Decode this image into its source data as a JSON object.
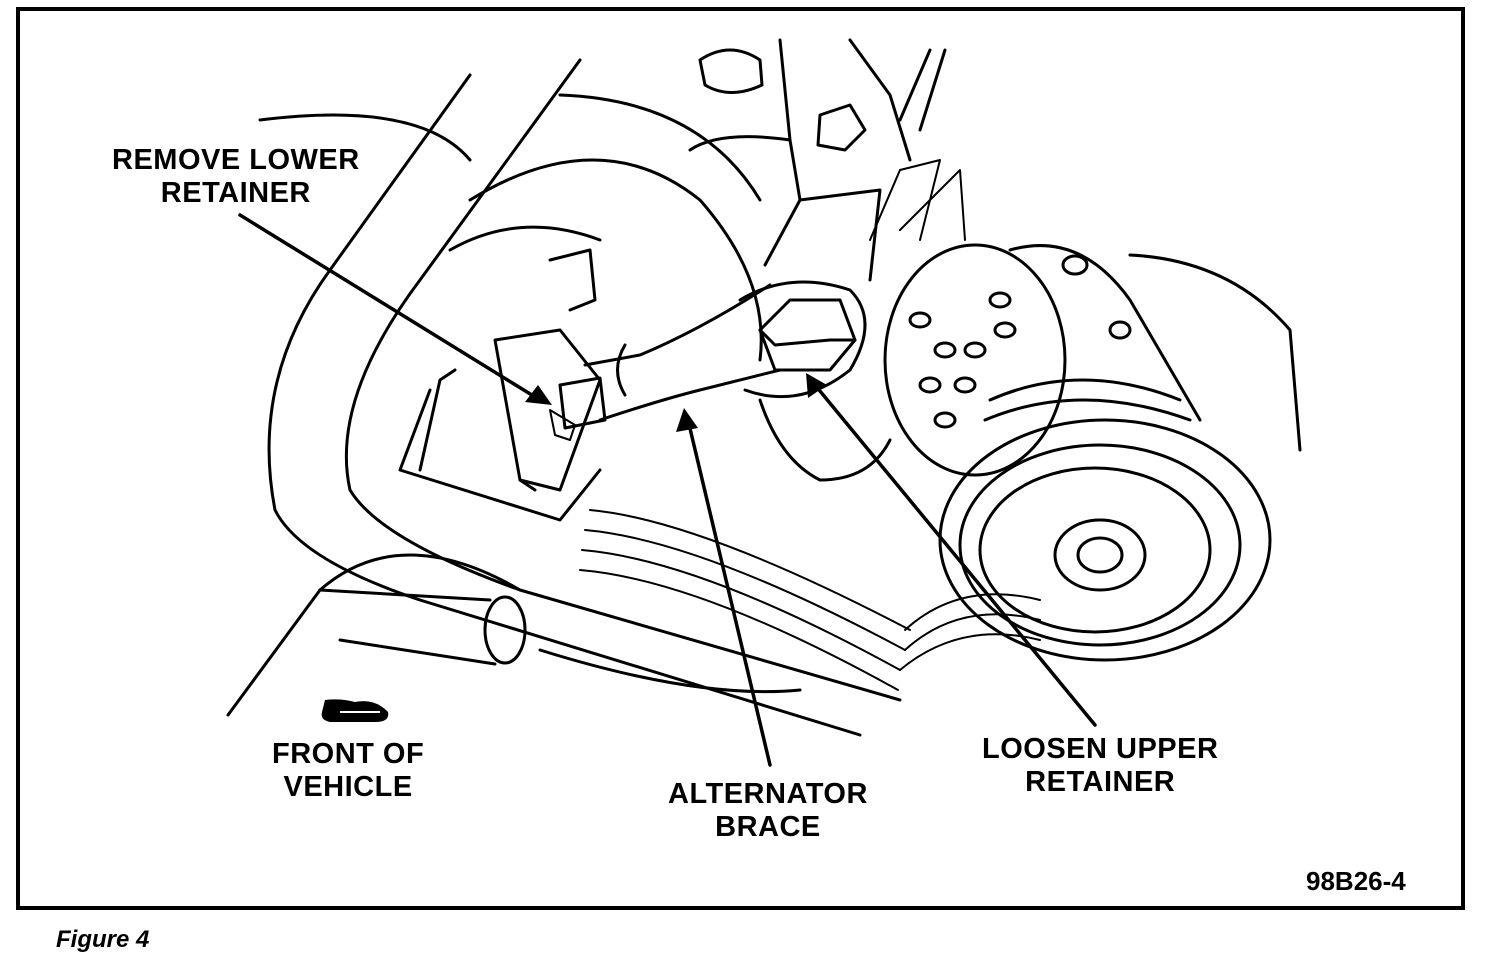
{
  "labels": {
    "remove_lower": [
      "REMOVE LOWER",
      "RETAINER"
    ],
    "front_of_vehicle": [
      "FRONT OF",
      "VEHICLE"
    ],
    "alternator_brace": [
      "ALTERNATOR",
      "BRACE"
    ],
    "loosen_upper": [
      "LOOSEN UPPER",
      "RETAINER"
    ]
  },
  "figure_code": "98B26-4",
  "caption": "Figure 4",
  "icons": {
    "front_indicator": "shoe-icon"
  },
  "colors": {
    "ink": "#000000",
    "paper": "#ffffff"
  }
}
